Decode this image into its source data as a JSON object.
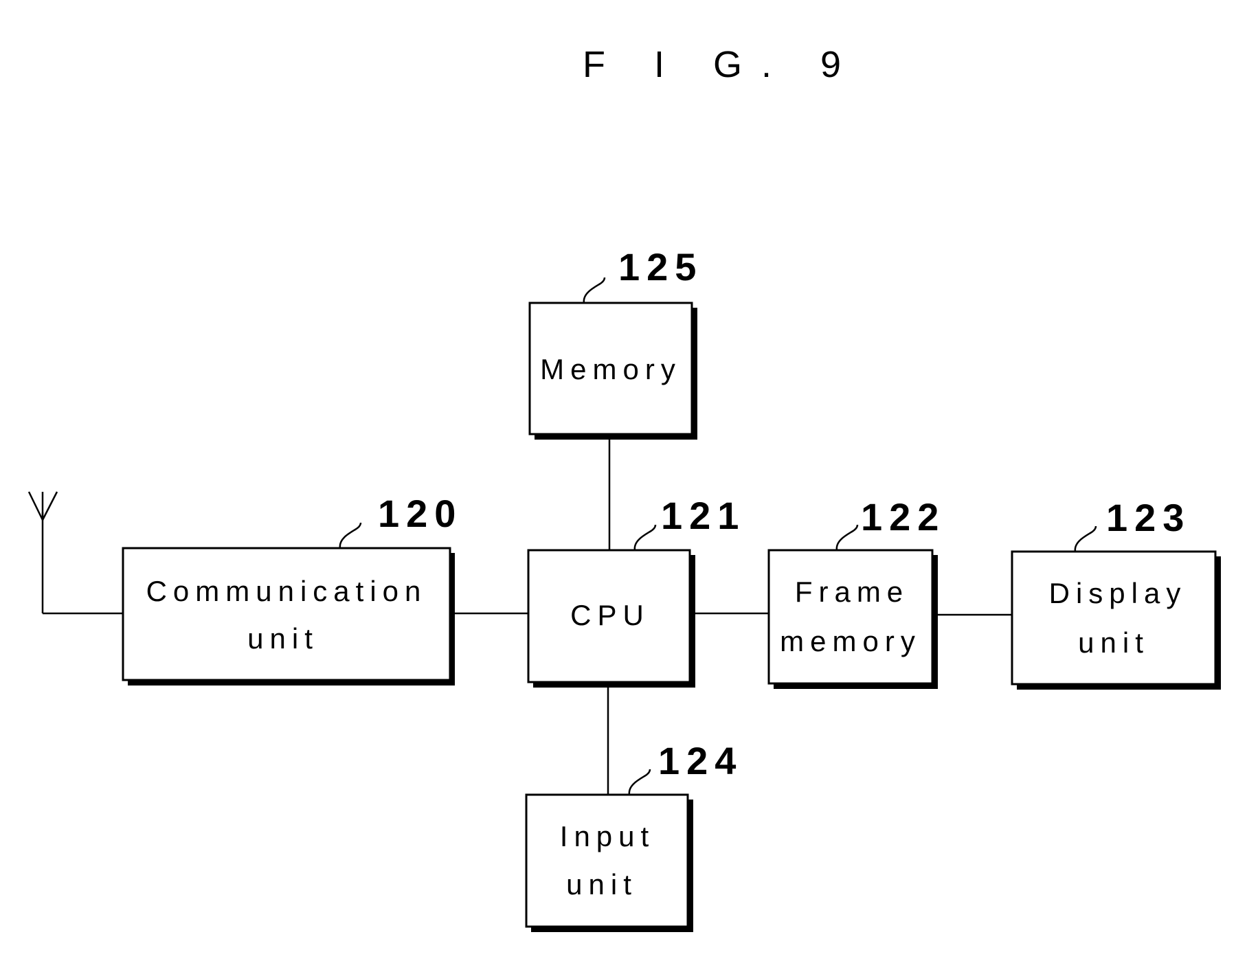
{
  "figure": {
    "title": "F I G. 9"
  },
  "blocks": {
    "memory": {
      "ref": "125",
      "label_lines": [
        "Memory"
      ]
    },
    "communication_unit": {
      "ref": "120",
      "label_lines": [
        "Communication",
        "unit"
      ]
    },
    "cpu": {
      "ref": "121",
      "label_lines": [
        "CPU"
      ]
    },
    "frame_memory": {
      "ref": "122",
      "label_lines": [
        "Frame",
        "memory"
      ]
    },
    "display_unit": {
      "ref": "123",
      "label_lines": [
        "Display",
        "unit"
      ]
    },
    "input_unit": {
      "ref": "124",
      "label_lines": [
        "Input",
        "unit"
      ]
    }
  },
  "connections": [
    [
      "antenna",
      "communication_unit"
    ],
    [
      "communication_unit",
      "cpu"
    ],
    [
      "memory",
      "cpu"
    ],
    [
      "cpu",
      "frame_memory"
    ],
    [
      "frame_memory",
      "display_unit"
    ],
    [
      "cpu",
      "input_unit"
    ]
  ]
}
